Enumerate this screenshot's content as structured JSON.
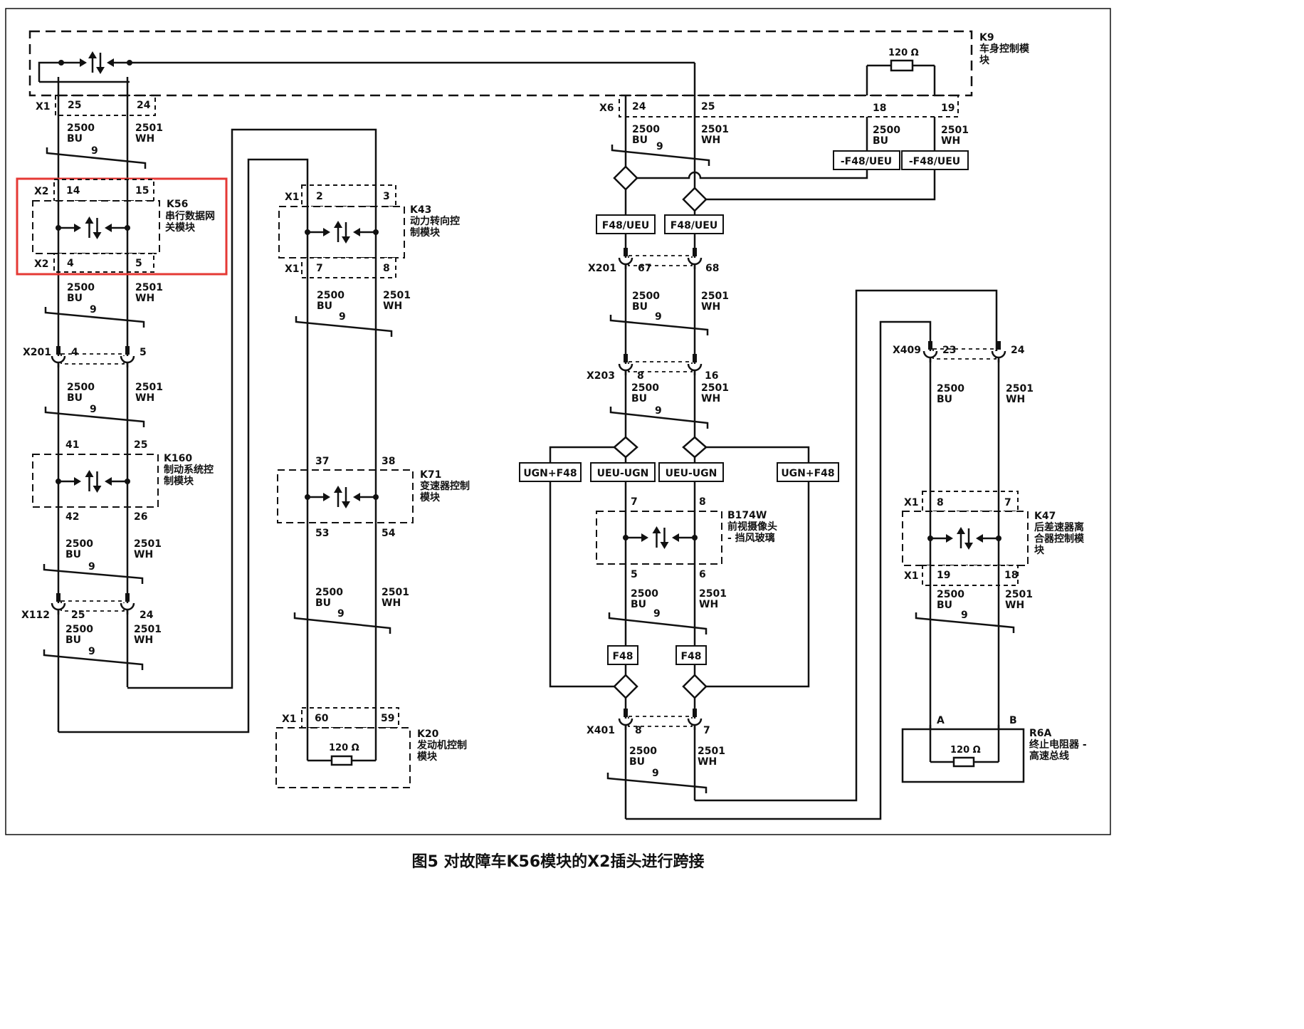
{
  "caption": "图5 对故障车K56模块的X2插头进行跨接",
  "wire_codes": {
    "bu_num": "2500",
    "bu_color": "BU",
    "wh_num": "2501",
    "wh_color": "WH",
    "twist": "9"
  },
  "resistor_value": "120 Ω",
  "modules": {
    "k9": {
      "id": "K9",
      "name1": "车身控制模",
      "name2": "块",
      "conn_left": "X1",
      "pin_l1": "25",
      "pin_l2": "24",
      "conn_right": "X6",
      "pin_r1": "24",
      "pin_r2": "25",
      "pin_r3": "18",
      "pin_r4": "19"
    },
    "k56": {
      "id": "K56",
      "name1": "串行数据网",
      "name2": "关模块",
      "conn_top": "X2",
      "pin_t1": "14",
      "pin_t2": "15",
      "conn_bot": "X2",
      "pin_b1": "4",
      "pin_b2": "5"
    },
    "k43": {
      "id": "K43",
      "name1": "动力转向控",
      "name2": "制模块",
      "conn_top": "X1",
      "pin_t1": "2",
      "pin_t2": "3",
      "conn_bot": "X1",
      "pin_b1": "7",
      "pin_b2": "8"
    },
    "k160": {
      "id": "K160",
      "name1": "制动系统控",
      "name2": "制模块",
      "pin_t1": "41",
      "pin_t2": "25",
      "pin_b1": "42",
      "pin_b2": "26"
    },
    "k71": {
      "id": "K71",
      "name1": "变速器控制",
      "name2": "模块",
      "pin_t1": "37",
      "pin_t2": "38",
      "pin_b1": "53",
      "pin_b2": "54"
    },
    "k20": {
      "id": "K20",
      "name1": "发动机控制",
      "name2": "模块",
      "conn": "X1",
      "pin_1": "60",
      "pin_2": "59"
    },
    "b174w": {
      "id": "B174W",
      "name1": "前视摄像头",
      "name2": "- 挡风玻璃",
      "pin_t1": "7",
      "pin_t2": "8",
      "pin_b1": "5",
      "pin_b2": "6"
    },
    "k47": {
      "id": "K47",
      "name1": "后差速器离",
      "name2": "合器控制模",
      "name3": "块",
      "conn_top": "X1",
      "pin_t1": "8",
      "pin_t2": "7",
      "conn_bot": "X1",
      "pin_b1": "19",
      "pin_b2": "18"
    },
    "r6a": {
      "id": "R6A",
      "name1": "终止电阻器 -",
      "name2": "高速总线",
      "pin_a": "A",
      "pin_b": "B"
    }
  },
  "connectors": {
    "x201_left": {
      "id": "X201",
      "p1": "4",
      "p2": "5"
    },
    "x112": {
      "id": "X112",
      "p1": "25",
      "p2": "24"
    },
    "x201_right": {
      "id": "X201",
      "p1": "67",
      "p2": "68"
    },
    "x203": {
      "id": "X203",
      "p1": "8",
      "p2": "16"
    },
    "x401": {
      "id": "X401",
      "p1": "8",
      "p2": "7"
    },
    "x409": {
      "id": "X409",
      "p1": "23",
      "p2": "24"
    }
  },
  "option_labels": {
    "f48_ueu_neg": "-F48/UEU",
    "f48_ueu": "F48/UEU",
    "ugn_f48": "UGN+F48",
    "ueu_ugn": "UEU-UGN",
    "f48": "F48"
  },
  "highlight_color": "#e53935"
}
